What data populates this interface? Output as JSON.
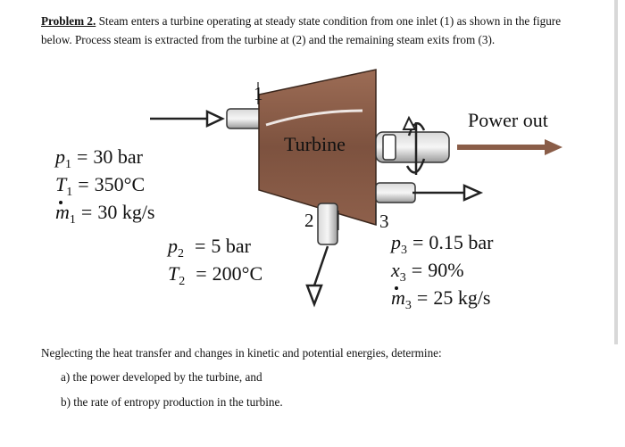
{
  "problem": {
    "label": "Problem 2.",
    "text": " Steam enters a turbine operating at steady state condition from one inlet (1) as shown in the figure below. Process steam is extracted from the turbine at (2) and the remaining steam exits from (3)."
  },
  "figure": {
    "turbine_label": "Turbine",
    "power_label": "Power out",
    "port_labels": [
      "1",
      "2",
      "3"
    ],
    "state1": [
      {
        "sym": "p",
        "sub": "1",
        "val": "30 bar"
      },
      {
        "sym": "T",
        "sub": "1",
        "val": "350°C"
      },
      {
        "sym": "m",
        "sub": "1",
        "val": "30 kg/s"
      }
    ],
    "state2": [
      {
        "sym": "p",
        "sub": "2",
        "val": "5 bar"
      },
      {
        "sym": "T",
        "sub": "2",
        "val": "200°C"
      }
    ],
    "state3": [
      {
        "sym": "p",
        "sub": "3",
        "val": "0.15 bar"
      },
      {
        "sym": "x",
        "sub": "3",
        "val": "90%"
      },
      {
        "sym": "m",
        "sub": "3",
        "val": "25 kg/s"
      }
    ]
  },
  "conclusion": "Neglecting the heat transfer and changes in kinetic and potential energies, determine:",
  "questions": [
    "a)  the power developed by the turbine, and",
    "b)  the rate of entropy production in the turbine."
  ],
  "colors": {
    "turbine_fill": "#8a5d48",
    "arrow": "#222222"
  }
}
